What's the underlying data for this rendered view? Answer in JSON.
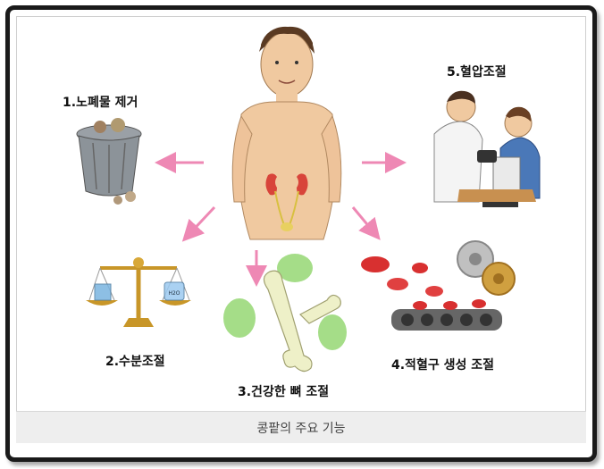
{
  "labels": {
    "waste_removal": "1.노폐물 제거",
    "water_balance": "2.수분조절",
    "bone_health": "3.건강한 뼈 조절",
    "rbc_production": "4.적혈구 생성 조절",
    "blood_pressure": "5.혈압조절"
  },
  "caption": "콩팥의 주요 기능",
  "scale_jar_right": "H2O",
  "colors": {
    "arrow": "#ee88b4",
    "frame": "#1a1a1a",
    "caption_bg": "#eeeeee",
    "skin": "#f0c9a0",
    "kidney": "#d8443a"
  }
}
